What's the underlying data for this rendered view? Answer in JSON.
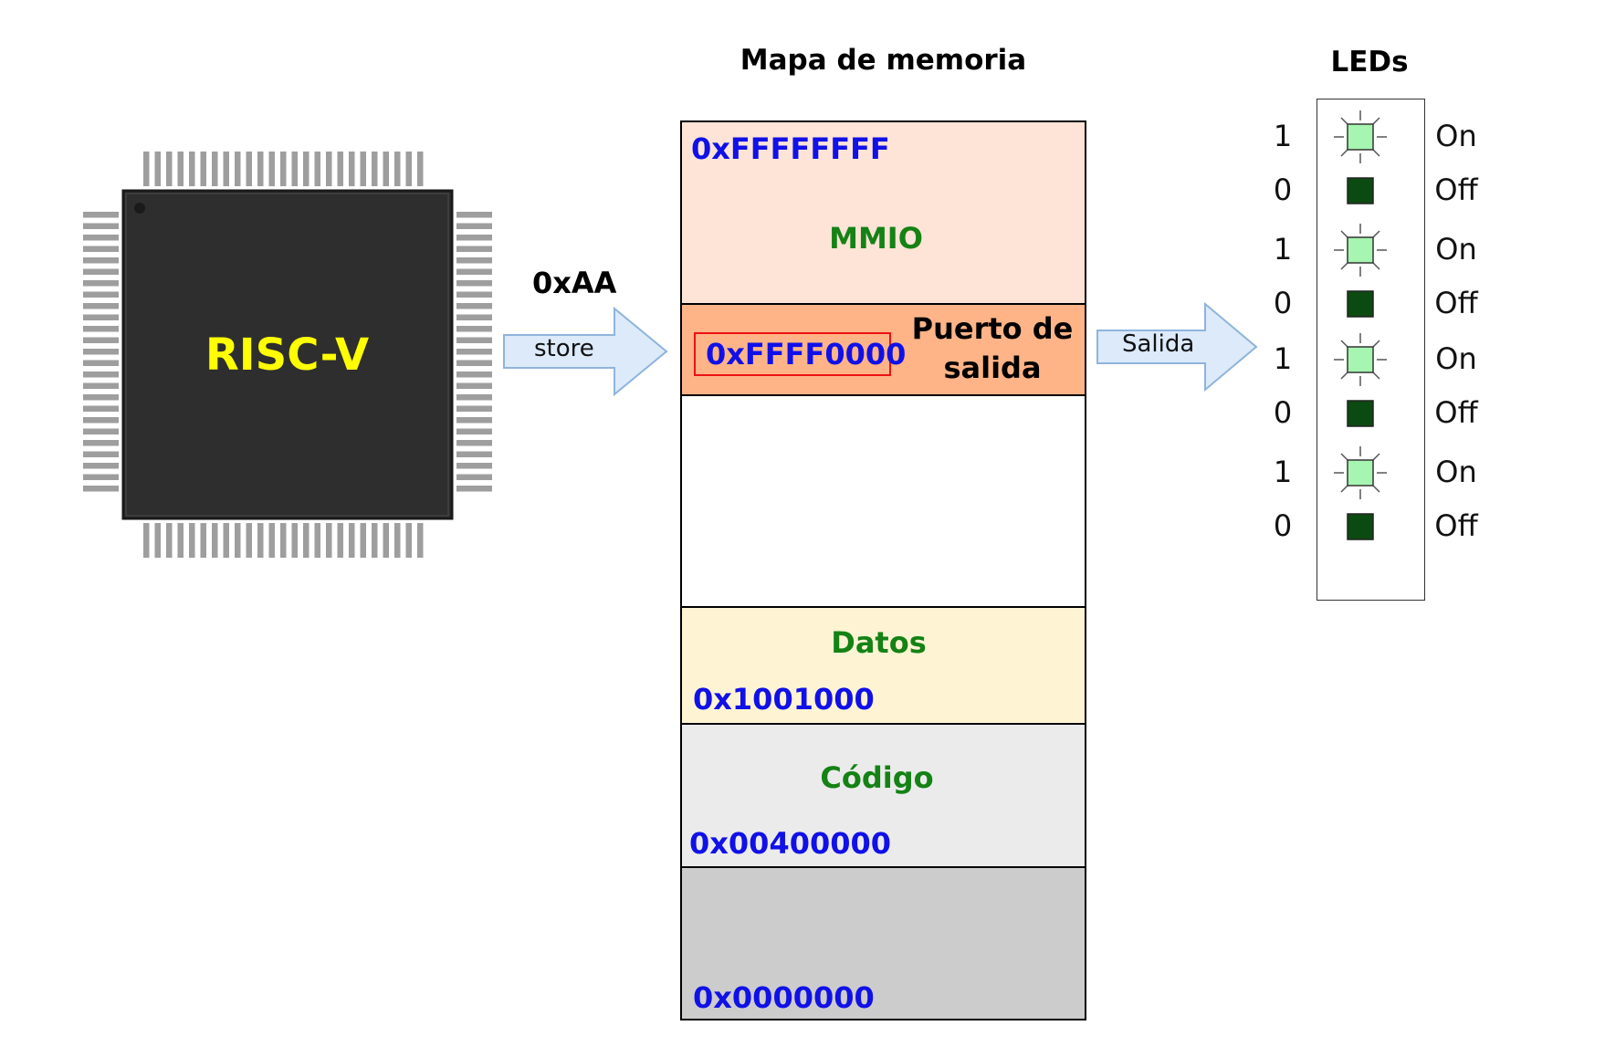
{
  "cpu": {
    "label": "RISC-V"
  },
  "store_arrow": {
    "label": "store",
    "value": "0xAA"
  },
  "memory_map": {
    "title": "Mapa de memoria",
    "mmio": {
      "name": "MMIO",
      "address": "0xFFFFFFFF",
      "color": "#fee4d6"
    },
    "output_port": {
      "name": "Puerto de salida",
      "name_line1": "Puerto de",
      "name_line2": "salida",
      "address": "0xFFFF0000",
      "color": "#feb487"
    },
    "free": {
      "color": "#ffffff"
    },
    "data": {
      "name": "Datos",
      "address": "0x1001000",
      "color": "#fef4d3"
    },
    "code": {
      "name": "Código",
      "address": "0x00400000",
      "color": "#ebebeb"
    },
    "reserved": {
      "address": "0x0000000",
      "color": "#cccccc"
    }
  },
  "output_arrow": {
    "label": "Salida"
  },
  "leds": {
    "title": "LEDs",
    "rows": [
      {
        "bit": "1",
        "state": "On"
      },
      {
        "bit": "0",
        "state": "Off"
      },
      {
        "bit": "1",
        "state": "On"
      },
      {
        "bit": "0",
        "state": "Off"
      },
      {
        "bit": "1",
        "state": "On"
      },
      {
        "bit": "0",
        "state": "Off"
      },
      {
        "bit": "1",
        "state": "On"
      },
      {
        "bit": "0",
        "state": "Off"
      }
    ],
    "on_color": "#a6f5b0",
    "off_color": "#0b4a10"
  },
  "colors": {
    "address": "#1010e8",
    "region_name": "#148214",
    "arrow_fill": "#dceafa",
    "arrow_stroke": "#8fb4dc",
    "highlight_box": "#ee1111",
    "chip_body": "#2e2e2e",
    "chip_pins": "#9e9e9e"
  }
}
